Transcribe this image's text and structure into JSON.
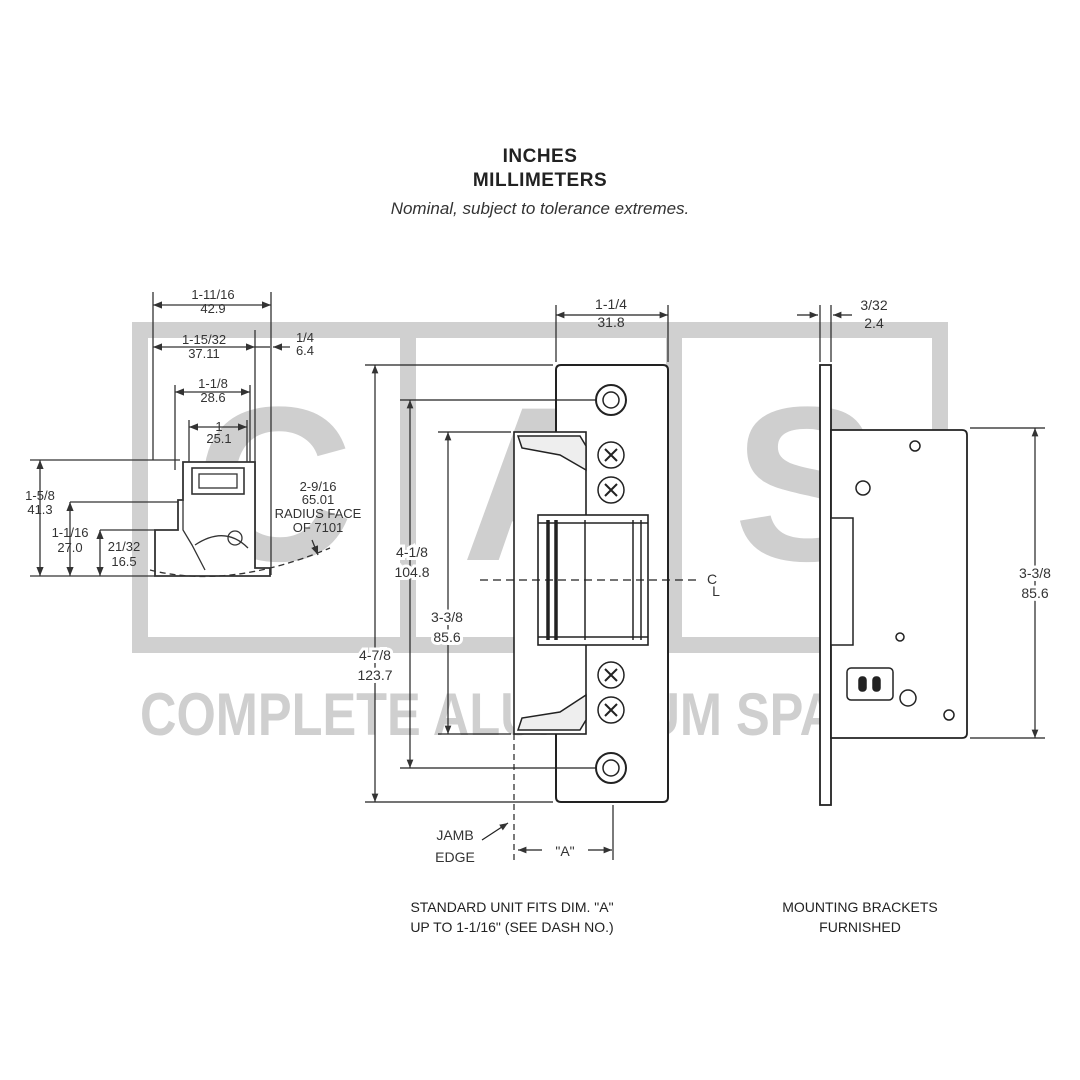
{
  "header": {
    "line1": "INCHES",
    "line2": "MILLIMETERS",
    "note": "Nominal, subject to tolerance extremes."
  },
  "watermark": {
    "letters": [
      "C",
      "A",
      "S"
    ],
    "tagline": "COMPLETE ALUMINIUM SPARES"
  },
  "side_view": {
    "dims": [
      {
        "in": "1-11/16",
        "mm": "42.9"
      },
      {
        "in": "1-15/32",
        "mm": "37.11"
      },
      {
        "in": "1-1/8",
        "mm": "28.6"
      },
      {
        "in": "1",
        "mm": "25.1"
      },
      {
        "in": "1/4",
        "mm": "6.4"
      },
      {
        "in": "1-5/8",
        "mm": "41.3"
      },
      {
        "in": "1-1/16",
        "mm": "27.0"
      },
      {
        "in": "21/32",
        "mm": "16.5"
      }
    ],
    "radius_note": [
      "2-9/16",
      "65.01",
      "RADIUS FACE",
      "OF 7101"
    ]
  },
  "front_view": {
    "width": {
      "in": "1-1/4",
      "mm": "31.8"
    },
    "hole_spacing": {
      "in": "4-1/8",
      "mm": "104.8"
    },
    "keeper": {
      "in": "3-3/8",
      "mm": "85.6"
    },
    "overall": {
      "in": "4-7/8",
      "mm": "123.7"
    },
    "centerline": "C",
    "centerline_sub": "L",
    "jamb_edge": [
      "JAMB",
      "EDGE"
    ],
    "dim_a": "\"A\"",
    "caption": [
      "STANDARD UNIT FITS DIM. \"A\"",
      "UP TO 1-1/16\" (SEE DASH NO.)"
    ]
  },
  "right_view": {
    "thickness": {
      "in": "3/32",
      "mm": "2.4"
    },
    "height": {
      "in": "3-3/8",
      "mm": "85.6"
    },
    "caption": [
      "MOUNTING BRACKETS",
      "FURNISHED"
    ]
  }
}
